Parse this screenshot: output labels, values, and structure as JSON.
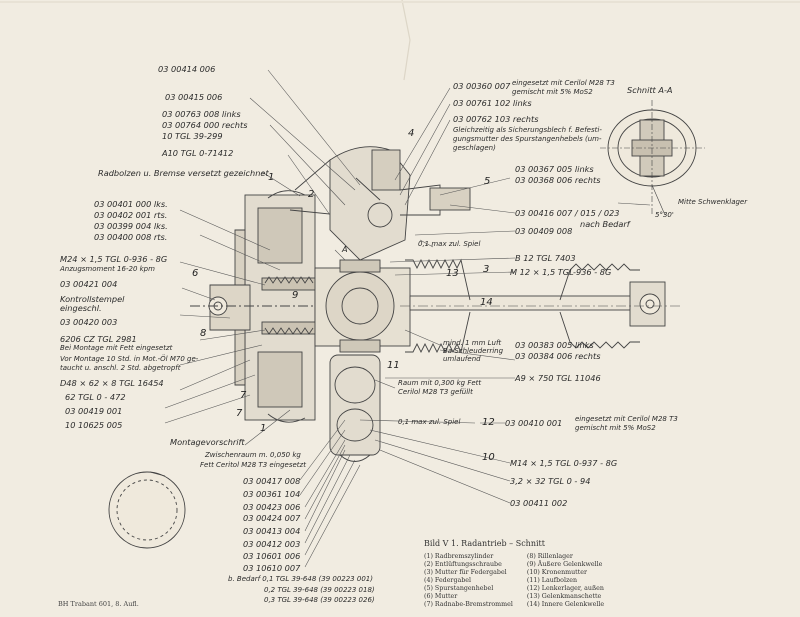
{
  "labels": {
    "p1": "03 00414 006",
    "p2": "03 00415 006",
    "p3": "03 00763 008 links",
    "p4": "03 00764 000 rechts",
    "p5": "10 TGL 39-299",
    "p6": "A10 TGL 0-71412",
    "p7": "Radbolzen u. Bremse versetzt gezeichnet",
    "p8": "03 00401 000 lks.",
    "p9": "03 00402 001 rts.",
    "p10": "03 00399 004 lks.",
    "p11": "03 00400 008 rts.",
    "p12": "M24 × 1,5 TGL 0-936 - 8G",
    "p13": "Anzugsmoment 16-20 kpm",
    "p14": "03 00421 004",
    "p15": "Kontrollstempel",
    "p16": "eingeschl.",
    "p17": "03 00420 003",
    "p18": "6206 CZ TGL 2981",
    "p19": "Bei Montage mit Fett eingesetzt",
    "p20": "Vor Montage 10 Std. in Mot.-Öl M70 ge-",
    "p21": "taucht u. anschl. 2 Std. abgetropft",
    "p22": "D48 × 62 × 8 TGL 16454",
    "p23": "62 TGL 0 - 472",
    "p24": "03 00419 001",
    "p25": "10 10625 005",
    "p26": "Montagevorschrift",
    "p27": "Zwischenraum m. 0,050 kg",
    "p28": "Fett Ceritol M28 T3 eingesetzt",
    "p29": "03 00417 008",
    "p30": "03 00361 104",
    "p31": "03 00423 006",
    "p32": "03 00424 007",
    "p33": "03 00413 004",
    "p34": "03 00412 003",
    "p35": "03 10601 006",
    "p36": "03 10610 007",
    "p37": "b. Bedarf  0,1 TGL 39-648 (39 00223 001)",
    "p38": "0,2 TGL 39-648 (39 00223 018)",
    "p39": "0,3 TGL 39-648 (39 00223 026)",
    "q1": "03 00360 007",
    "q1b": "eingesetzt mit Cerilol M28 T3",
    "q1c": "gemischt mit 5% MoS2",
    "q2": "03 00761 102 links",
    "q3": "03 00762 103 rechts",
    "q4": "Gleichzeitig als Sicherungsblech f. Befesti-",
    "q5": "gungsmutter des Spurstangenhebels (um-",
    "q6": "geschlagen)",
    "q7": "Schnitt A-A",
    "q8": "03 00367 005 links",
    "q9": "03 00368 006 rechts",
    "q10": "03 00416  007 / 015 / 023",
    "q11": "nach Bedarf",
    "q12": "Mitte Schwenklager",
    "q13": "03 00409 008",
    "q14": "0,1 max zul. Spiel",
    "q15": "B 12 TGL 7403",
    "q16": "M 12 × 1,5 TGL-936 - 8G",
    "q17": "mind. 1 mm Luft",
    "q18": "Ba Schleuderring",
    "q19": "umlaufend",
    "q20": "03 00383 005 links",
    "q21": "03 00384 006 rechts",
    "q22": "A9 × 750 TGL 11046",
    "q23": "Raum mit 0,300 kg Fett",
    "q24": "Cerilol M28 T3 gefüllt",
    "q25": "0,1 max zul. Spiel",
    "q26": "03 00410 001",
    "q26b": "eingesetzt mit Cerilol M28 T3",
    "q26c": "gemischt mit 5% MoS2",
    "q27": "M14 × 1,5 TGL 0-937 - 8G",
    "q28": "3,2 × 32 TGL 0 - 94",
    "q29": "03 00411 002",
    "angle": "5°30'",
    "letterA": "A"
  },
  "callouts": [
    "1",
    "2",
    "3",
    "4",
    "5",
    "6",
    "7",
    "8",
    "9",
    "10",
    "11",
    "12",
    "13",
    "14",
    "1",
    "7"
  ],
  "legend": {
    "title": "Bild V 1.  Radantrieb – Schnitt",
    "left": [
      "(1)  Radbremszylinder",
      "(2)  Entlüftungsschraube",
      "(3)  Mutter für Federgabel",
      "(4)  Federgabel",
      "(5)  Spurstangenhebel",
      "(6)  Mutter",
      "(7)  Radnabe-Bremstrommel"
    ],
    "right": [
      "(8)  Rillenlager",
      "(9)  Äußere Gelenkwelle",
      "(10)  Kronenmutter",
      "(11)  Laufbolzen",
      "(12)  Lenkerlager, außen",
      "(13)  Gelenkmanschette",
      "(14)  Innere Gelenkwelle"
    ]
  },
  "footer": "BH Trabant 601, 8. Aufl."
}
